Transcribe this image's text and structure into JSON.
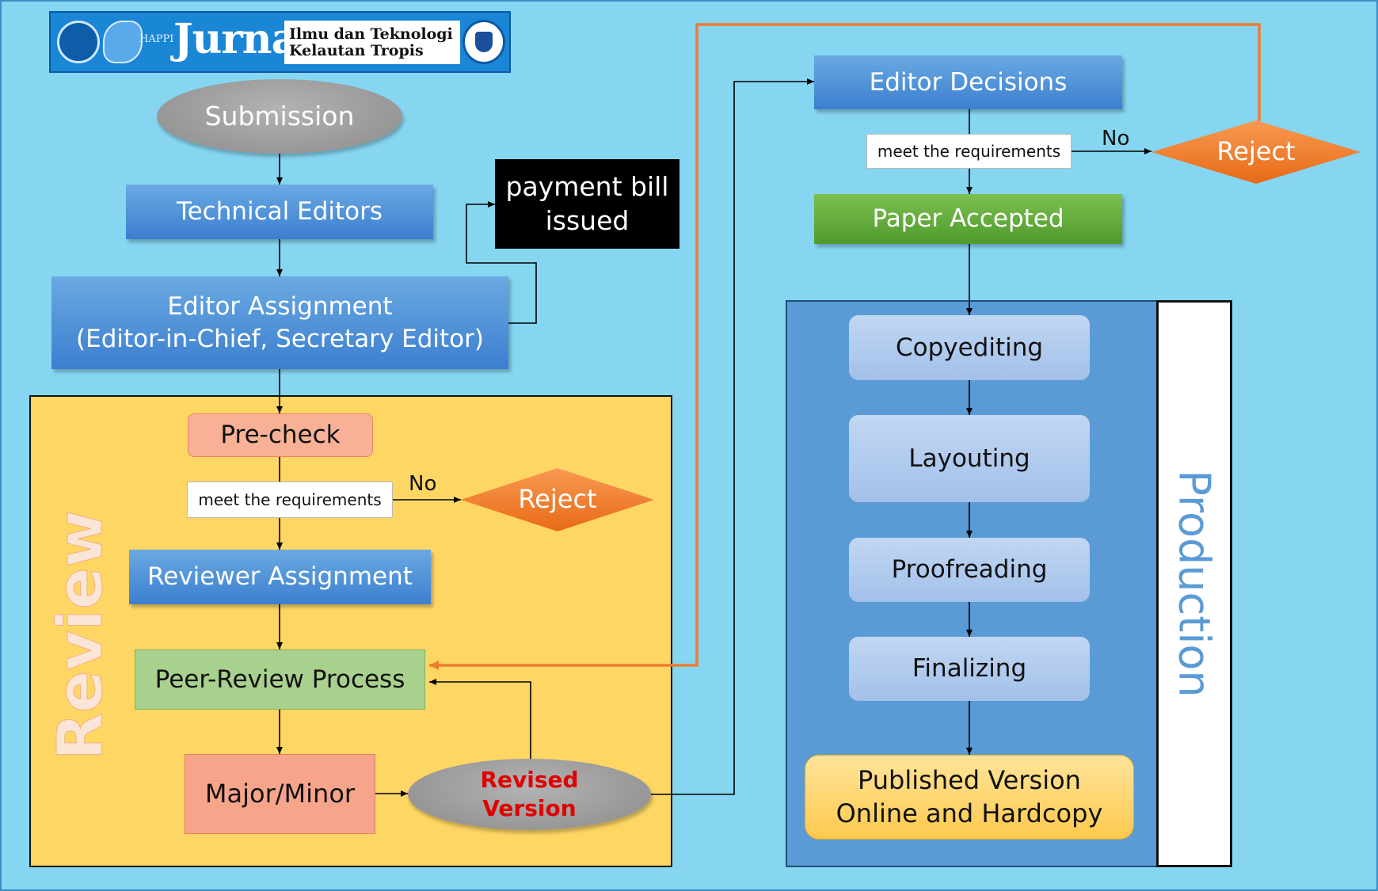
{
  "header": {
    "journal_word": "Jurnal",
    "title_line1": "Ilmu dan Teknologi",
    "title_line2": "Kelautan Tropis",
    "logo_small_text": "HAPPI"
  },
  "nodes": {
    "submission": "Submission",
    "technical_editors": "Technical Editors",
    "payment_bill": [
      "payment bill",
      "issued"
    ],
    "editor_assignment": [
      "Editor Assignment",
      "(Editor-in-Chief, Secretary Editor)"
    ],
    "pre_check": "Pre-check",
    "meet_requirements_review": "meet the requirements",
    "reject_review": "Reject",
    "reviewer_assignment": "Reviewer Assignment",
    "peer_review": "Peer-Review Process",
    "major_minor": "Major/Minor",
    "revised_version": [
      "Revised",
      "Version"
    ],
    "editor_decisions": "Editor Decisions",
    "meet_requirements_decision": "meet the requirements",
    "reject_decision": "Reject",
    "paper_accepted": "Paper Accepted",
    "copyediting": "Copyediting",
    "layouting": "Layouting",
    "proofreading": "Proofreading",
    "finalizing": "Finalizing",
    "published": [
      "Published Version",
      "Online and Hardcopy"
    ]
  },
  "edge_labels": {
    "no_review": "No",
    "no_decision": "No"
  },
  "sections": {
    "review": "Review",
    "production": "Production"
  },
  "colors": {
    "background": "#86d6f1",
    "review_panel": "#fdd664",
    "production_panel": "#5b9bd5",
    "node_blue": "#4a8bd6",
    "pre_check": "#f8b196",
    "peer_review": "#a9d18e",
    "major_minor": "#f6a58a",
    "reject": "#f07b2a",
    "paper_accepted": "#66ae3d",
    "published": "#ffd87a",
    "revised_text": "#e00000",
    "orange_line": "#ed7d31",
    "review_title": "#fbe5d6",
    "production_title": "#5b9bd5"
  }
}
